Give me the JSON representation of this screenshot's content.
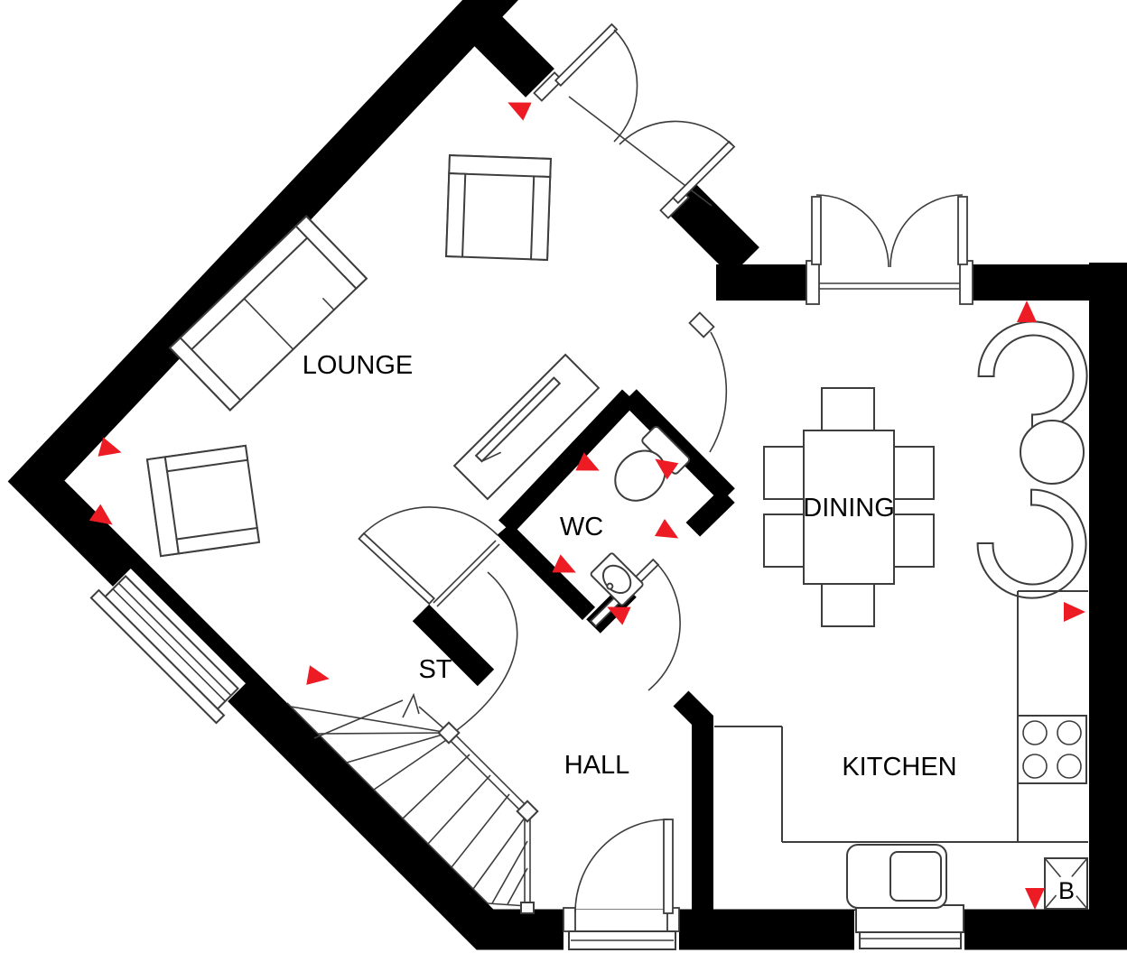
{
  "plan": {
    "type": "ground-floor-plan",
    "rooms": {
      "lounge": {
        "label": "LOUNGE"
      },
      "wc": {
        "label": "WC"
      },
      "dining": {
        "label": "DINING"
      },
      "kitchen": {
        "label": "KITCHEN"
      },
      "hall": {
        "label": "HALL"
      },
      "stairs": {
        "label": "ST"
      }
    },
    "appliances": {
      "boiler": {
        "label": "B"
      },
      "hob_burner_count": 4
    },
    "markers": {
      "smoke_alarm_triangle_count": 12
    },
    "colors": {
      "wall": "#000000",
      "line": "#3d3d3d",
      "marker_red": "#ec1b24",
      "background": "#ffffff"
    }
  }
}
